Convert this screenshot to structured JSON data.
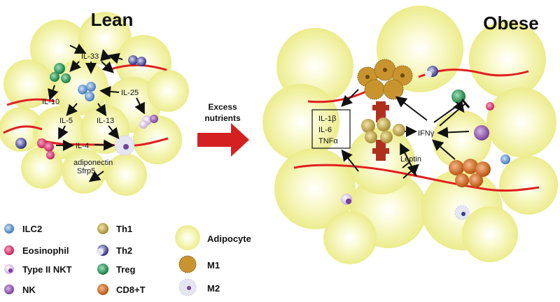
{
  "panels": {
    "lean_title": "Lean",
    "obese_title": "Obese"
  },
  "transition": {
    "label_line1": "Excess",
    "label_line2": "nutrients",
    "arrow_color": "#d42020"
  },
  "lean_labels": {
    "il33": "IL-33",
    "il10": "IL-10",
    "il25": "IL-25",
    "il5": "IL-5",
    "il13": "IL-13",
    "il4": "IL-4",
    "adiponectin": "adiponectin",
    "sfrp5": "Sfrp5"
  },
  "obese_labels": {
    "il1b": "IL-1β",
    "il6": "IL-6",
    "tnfa": "TNFα",
    "ifng": "IFNγ",
    "leptin": "Leptin"
  },
  "legend": {
    "ilc2": "ILC2",
    "eosinophil": "Eosinophil",
    "nkt": "Type II NKT",
    "nk": "NK",
    "th1": "Th1",
    "th2": "Th2",
    "treg": "Treg",
    "cd8": "CD8+T",
    "adipocyte": "Adipocyte",
    "m1": "M1",
    "m2": "M2"
  },
  "colors": {
    "adipocyte": "#f3f3a0",
    "adipocyte_center": "#fdfde8",
    "vessel": "#e02020",
    "ilc2": "#5a8fc8",
    "eosinophil": "#d8336a",
    "nkt": "#c9a3d8",
    "nk": "#7a3d9a",
    "th1": "#b8a04a",
    "th2": "#3a3a8a",
    "treg": "#1e8a4a",
    "cd8": "#c8621e",
    "m1": "#c9942e",
    "m2": "#e6e6f2",
    "receptor": "#b03020"
  }
}
